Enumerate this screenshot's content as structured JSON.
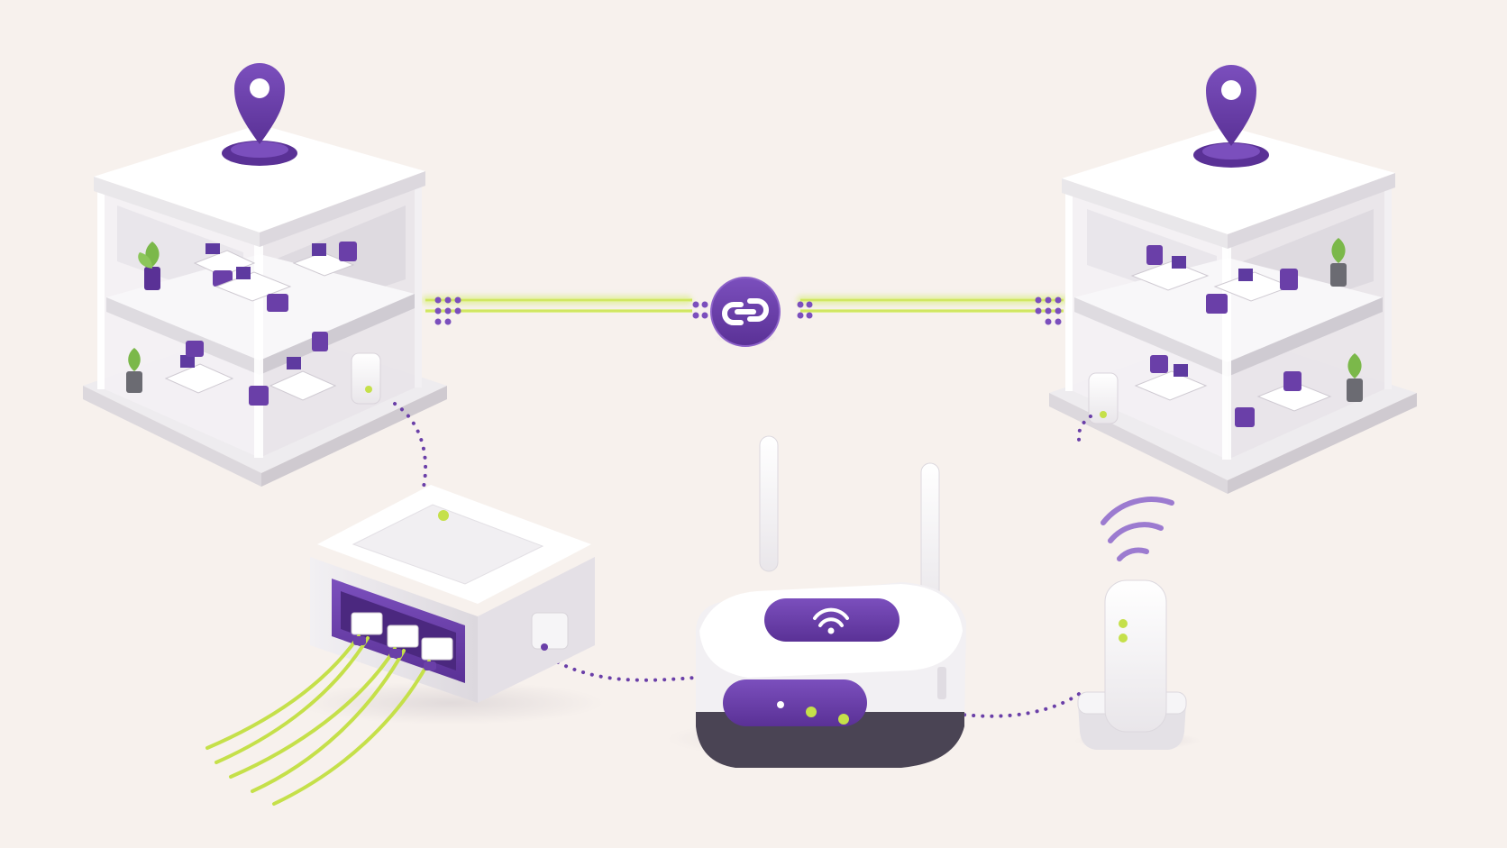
{
  "diagram": {
    "labels": [],
    "nodes": [
      {
        "id": "office-building-left",
        "kind": "building",
        "icon": "location-pin-icon"
      },
      {
        "id": "office-building-right",
        "kind": "building",
        "icon": "location-pin-icon"
      },
      {
        "id": "link-hub",
        "kind": "connector",
        "icon": "link-icon"
      },
      {
        "id": "fiber-terminal",
        "kind": "network-terminal",
        "ports": 3
      },
      {
        "id": "wifi-router",
        "kind": "router",
        "icon": "wifi-icon",
        "antennas": 2,
        "status_leds": 3
      },
      {
        "id": "wireless-extender",
        "kind": "extender",
        "icon": "wifi-waves-icon"
      }
    ],
    "links": [
      {
        "from": "office-building-left",
        "to": "link-hub",
        "style": "fiber-beam"
      },
      {
        "from": "link-hub",
        "to": "office-building-right",
        "style": "fiber-beam"
      },
      {
        "from": "office-building-left",
        "to": "fiber-terminal",
        "style": "dotted"
      },
      {
        "from": "fiber-terminal",
        "to": "wifi-router",
        "style": "dotted"
      },
      {
        "from": "wifi-router",
        "to": "wireless-extender",
        "style": "dotted"
      }
    ]
  },
  "colors": {
    "background": "#f7f1ed",
    "accent_purple": "#6a3fa8",
    "accent_lime": "#c5e04a",
    "device_white": "#fbfbfb",
    "shadow_grey": "#d9d4d8"
  }
}
